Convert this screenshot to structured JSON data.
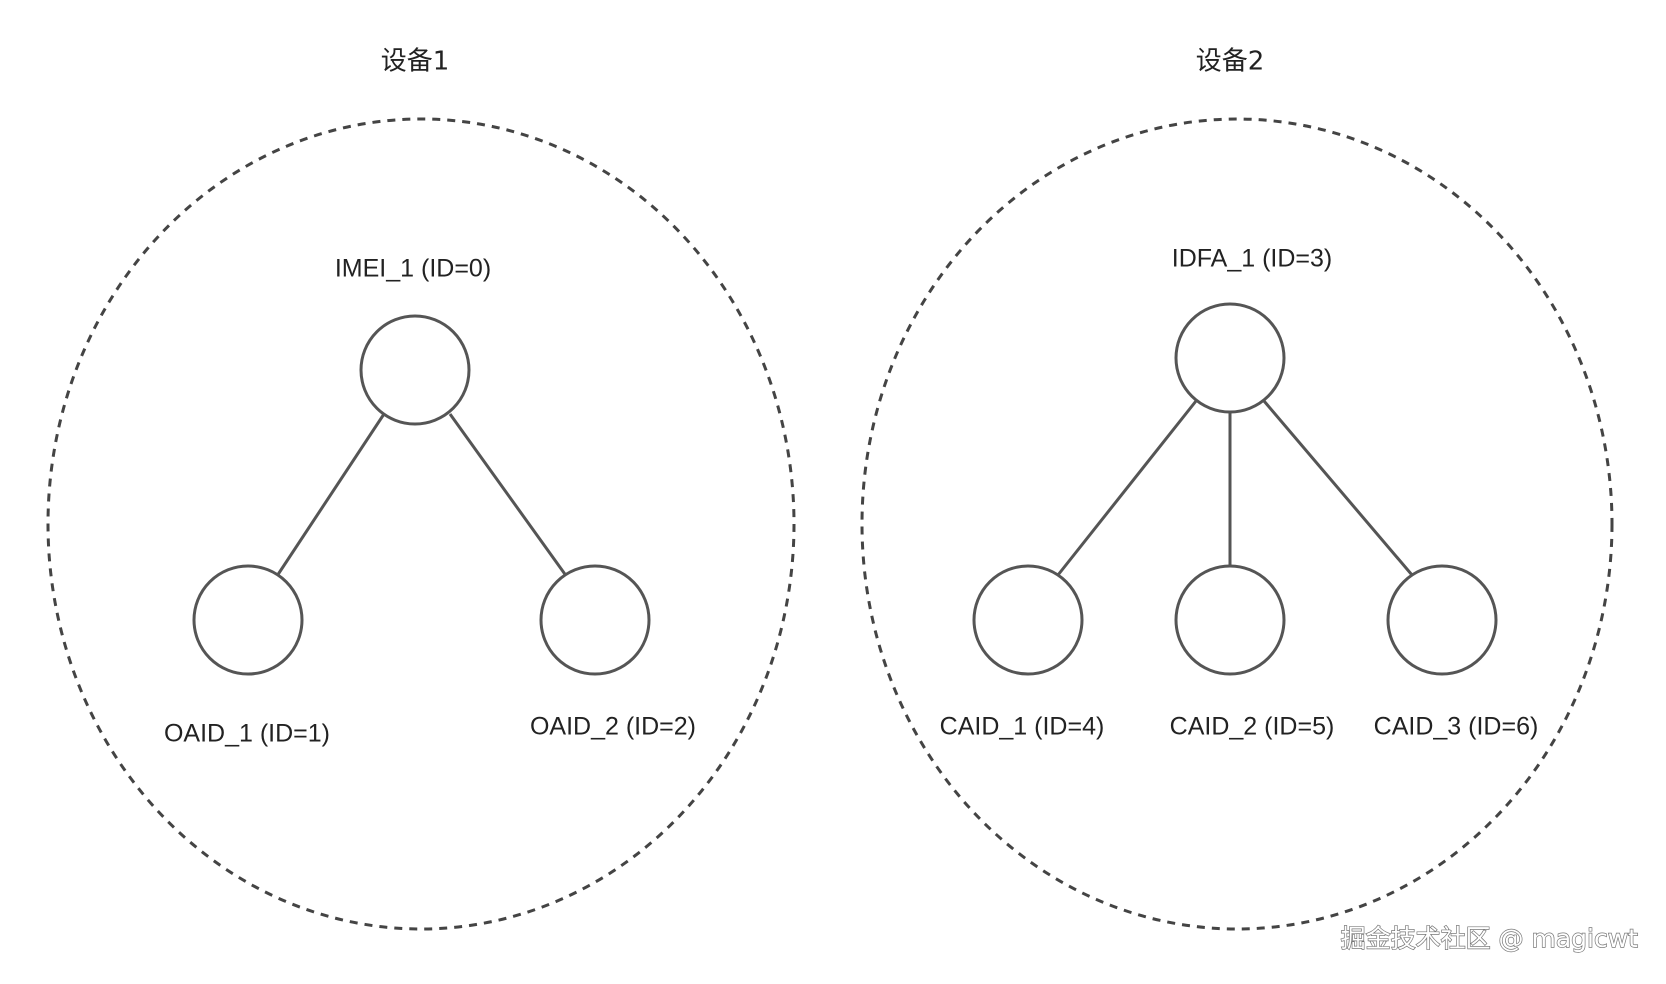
{
  "groups": [
    {
      "title": "设备1",
      "nodes": [
        {
          "id": "imei-1",
          "label": "IMEI_1 (ID=0)"
        },
        {
          "id": "oaid-1",
          "label": "OAID_1 (ID=1)"
        },
        {
          "id": "oaid-2",
          "label": "OAID_2 (ID=2)"
        }
      ],
      "edges": [
        {
          "from": "imei-1",
          "to": "oaid-1"
        },
        {
          "from": "imei-1",
          "to": "oaid-2"
        }
      ]
    },
    {
      "title": "设备2",
      "nodes": [
        {
          "id": "idfa-1",
          "label": "IDFA_1 (ID=3)"
        },
        {
          "id": "caid-1",
          "label": "CAID_1 (ID=4)"
        },
        {
          "id": "caid-2",
          "label": "CAID_2 (ID=5)"
        },
        {
          "id": "caid-3",
          "label": "CAID_3 (ID=6)"
        }
      ],
      "edges": [
        {
          "from": "idfa-1",
          "to": "caid-1"
        },
        {
          "from": "idfa-1",
          "to": "caid-2"
        },
        {
          "from": "idfa-1",
          "to": "caid-3"
        }
      ]
    }
  ],
  "watermark": "掘金技术社区 @ magicwt",
  "colors": {
    "stroke": "#555555",
    "dashed_border": "#444444",
    "text": "#222222",
    "background": "#ffffff"
  }
}
